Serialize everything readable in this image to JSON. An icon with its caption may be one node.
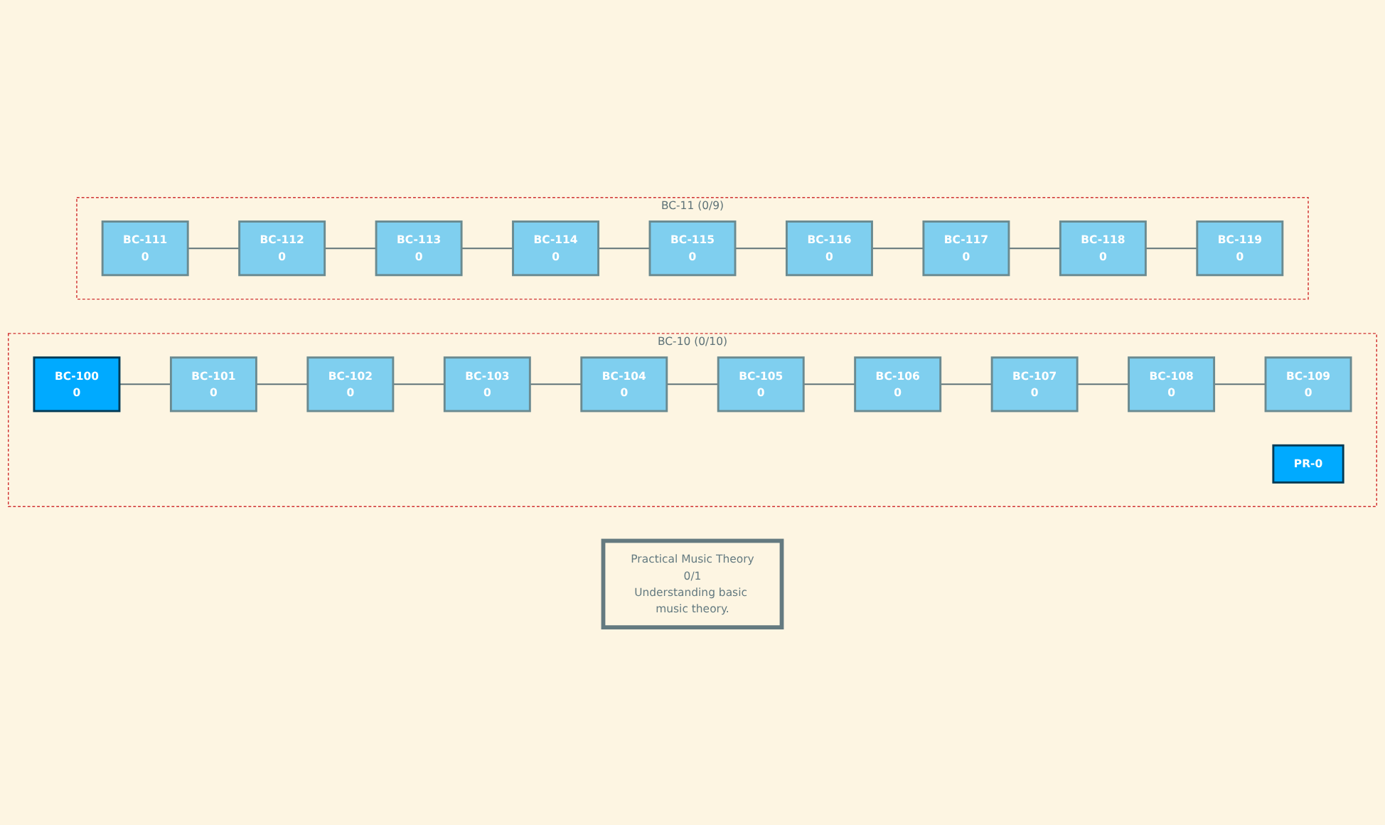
{
  "diagram": {
    "nodes": [
      {
        "text": [
          "BC-10 (0/10)"
        ]
      },
      {
        "text": [
          "BC-100",
          "0"
        ],
        "in": 0
      },
      {
        "text": [
          "BC-101",
          "0"
        ],
        "in": 0
      },
      {
        "text": [
          "BC-102",
          "0"
        ],
        "in": 0
      },
      {
        "text": [
          "BC-103",
          "0"
        ],
        "in": 0
      },
      {
        "text": [
          "BC-104",
          "0"
        ],
        "in": 0
      },
      {
        "text": [
          "BC-105",
          "0"
        ],
        "in": 0
      },
      {
        "text": [
          "BC-106",
          "0"
        ],
        "in": 0
      },
      {
        "text": [
          "BC-107",
          "0"
        ],
        "in": 0
      },
      {
        "text": [
          "BC-108",
          "0"
        ],
        "in": 0
      },
      {
        "text": [
          "BC-109",
          "0"
        ],
        "in": 0
      },
      {
        "text": [
          "PR-0"
        ],
        "in": 0
      },
      {
        "text": [
          "Practical Music Theory",
          "0/1",
          "Understanding basic music theory."
        ]
      },
      {
        "text": [
          "BC-11 (0/9)"
        ]
      },
      {
        "text": [
          "BC-111",
          "0"
        ],
        "in": 13
      },
      {
        "text": [
          "BC-112",
          "0"
        ],
        "in": 13
      },
      {
        "text": [
          "BC-113",
          "0"
        ],
        "in": 13
      },
      {
        "text": [
          "BC-114",
          "0"
        ],
        "in": 13
      },
      {
        "text": [
          "BC-115",
          "0"
        ],
        "in": 13
      },
      {
        "text": [
          "BC-116",
          "0"
        ],
        "in": 13
      },
      {
        "text": [
          "BC-117",
          "0"
        ],
        "in": 13
      },
      {
        "text": [
          "BC-118",
          "0"
        ],
        "in": 13
      },
      {
        "text": [
          "BC-119",
          "0"
        ],
        "in": 13
      }
    ],
    "edges": [
      {
        "from": 1,
        "to": 2,
        "arrow": "none"
      },
      {
        "from": 2,
        "to": 3,
        "arrow": "none"
      },
      {
        "from": 3,
        "to": 4,
        "arrow": "none"
      },
      {
        "from": 4,
        "to": 5,
        "arrow": "none"
      },
      {
        "from": 5,
        "to": 6,
        "arrow": "none"
      },
      {
        "from": 6,
        "to": 7,
        "arrow": "none"
      },
      {
        "from": 7,
        "to": 8,
        "arrow": "none"
      },
      {
        "from": 8,
        "to": 9,
        "arrow": "none"
      },
      {
        "from": 9,
        "to": 10,
        "arrow": "none"
      },
      {
        "from": 14,
        "to": 15,
        "arrow": "none"
      },
      {
        "from": 15,
        "to": 16,
        "arrow": "none"
      },
      {
        "from": 16,
        "to": 17,
        "arrow": "none"
      },
      {
        "from": 17,
        "to": 18,
        "arrow": "none"
      },
      {
        "from": 18,
        "to": 19,
        "arrow": "none"
      },
      {
        "from": 19,
        "to": 20,
        "arrow": "none"
      },
      {
        "from": 20,
        "to": 21,
        "arrow": "none"
      },
      {
        "from": 21,
        "to": 22,
        "arrow": "none"
      }
    ]
  }
}
